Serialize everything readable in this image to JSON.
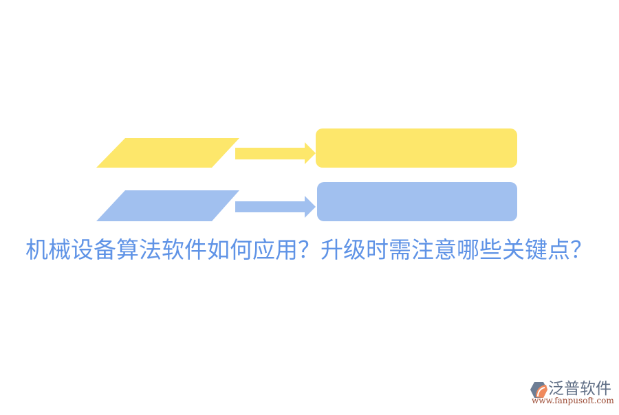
{
  "title": "机械设备算法软件如何应用？升级时需注意哪些关键点？",
  "colors": {
    "background": "#ffffff",
    "yellow": "#fde76b",
    "blue": "#a1c0ef",
    "title_text": "#5f93e6",
    "logo_text": "#5e6d84",
    "logo_url": "#9b4a33",
    "logo_accent": "#f08a5d"
  },
  "diagram": {
    "rows": [
      {
        "color": "yellow",
        "input_shape": "parallelogram",
        "input_label": "",
        "arrow": "right-arrow",
        "output_shape": "rounded-rectangle",
        "output_label": ""
      },
      {
        "color": "blue",
        "input_shape": "parallelogram",
        "input_label": "",
        "arrow": "right-arrow",
        "output_shape": "rounded-rectangle",
        "output_label": ""
      }
    ]
  },
  "logo": {
    "icon": "fanpu-logo-icon",
    "brand_name": "泛普软件",
    "url": "www.fanpusoft.com"
  }
}
